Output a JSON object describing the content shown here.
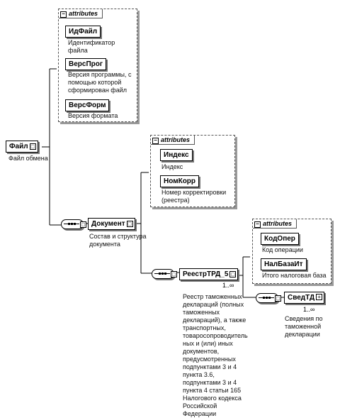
{
  "groups": {
    "g1_label": "attributes",
    "g2_label": "attributes",
    "g3_label": "attributes"
  },
  "file": {
    "name": "Файл",
    "desc": "Файл обмена",
    "attrs": [
      {
        "name": "ИдФайл",
        "desc": "Идентификатор файла"
      },
      {
        "name": "ВерсПрог",
        "desc": "Версия программы, с помощью которой сформирован файл"
      },
      {
        "name": "ВерсФорм",
        "desc": "Версия формата"
      }
    ]
  },
  "document": {
    "name": "Документ",
    "desc": "Состав и структура документа",
    "attrs": [
      {
        "name": "Индекс",
        "desc": "Индекс"
      },
      {
        "name": "НомКорр",
        "desc": "Номер корректировки (реестра)"
      }
    ]
  },
  "registry": {
    "name": "РеестрТРД_5",
    "cardinality": "1..∞",
    "desc": "Реестр таможенных деклараций (полных таможенных деклараций), а также транспортных, товаросопроводитель ных и (или) иных документов, предусмотренных подпунктами 3 и 4 пункта 3.6, подпунктами 3 и 4 пункта 4 статьи 165 Налогового кодекса Российской Федерации",
    "attrs": [
      {
        "name": "КодОпер",
        "desc": "Код операции"
      },
      {
        "name": "НалБазаИт",
        "desc": "Итого налоговая база"
      }
    ]
  },
  "customs": {
    "name": "СведТД",
    "cardinality": "1..∞",
    "desc": "Сведения по таможенной декларации"
  },
  "icons": {
    "minus": "−",
    "plus": "+",
    "expand": "□"
  }
}
